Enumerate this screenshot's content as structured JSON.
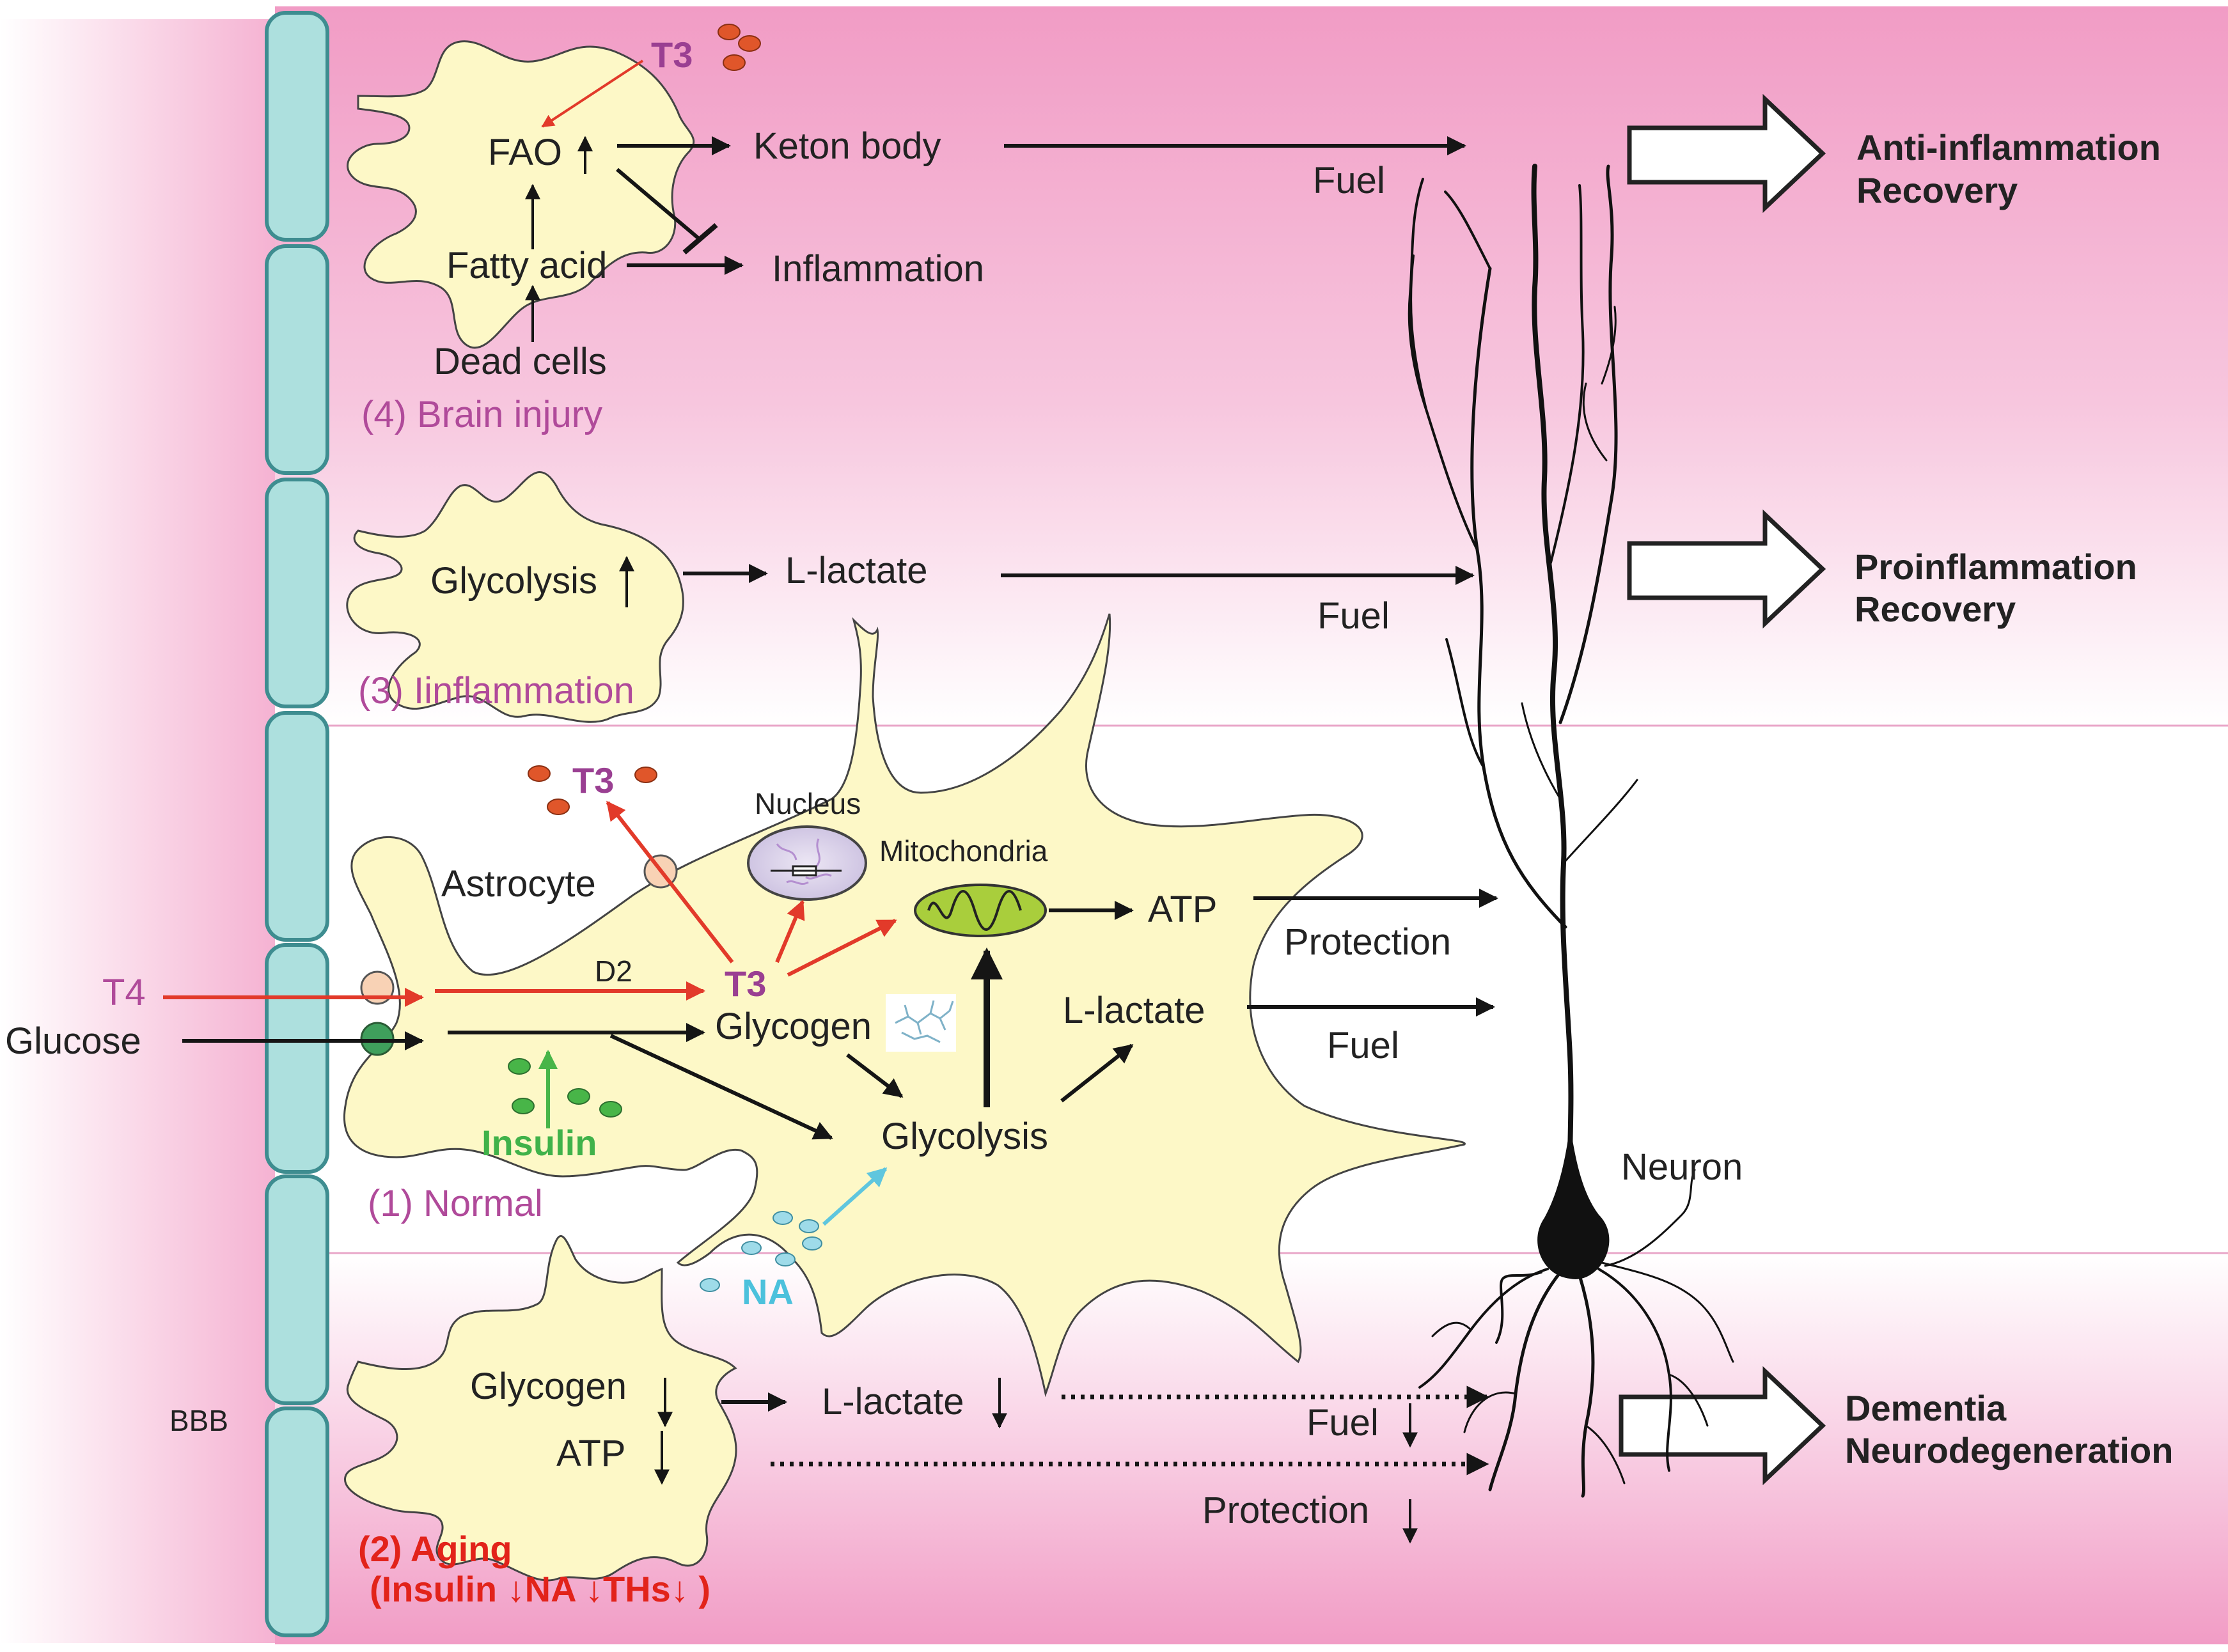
{
  "panels": {
    "brain_injury": {
      "title": "(4) Brain injury",
      "hormone": "T3",
      "fao": "FAO",
      "fatty_acid": "Fatty acid",
      "dead_cells": "Dead cells",
      "product": "Keton body",
      "inflammation": "Inflammation",
      "fuel": "Fuel",
      "outcome_line1": "Anti-inflammation",
      "outcome_line2": "Recovery"
    },
    "inflammation": {
      "title": "(3) Iinflammation",
      "glycolysis": "Glycolysis",
      "product": "L-lactate",
      "fuel": "Fuel",
      "outcome_line1": "Proinflammation",
      "outcome_line2": "Recovery"
    },
    "normal": {
      "title": "(1) Normal",
      "astrocyte": "Astrocyte",
      "nucleus": "Nucleus",
      "mitochondria": "Mitochondria",
      "t3_out": "T3",
      "t3_in": "T3",
      "t4": "T4",
      "d2": "D2",
      "glucose": "Glucose",
      "glycogen": "Glycogen",
      "glycolysis": "Glycolysis",
      "atp": "ATP",
      "lactate": "L-lactate",
      "protection": "Protection",
      "fuel": "Fuel",
      "insulin": "Insulin",
      "na": "NA"
    },
    "aging": {
      "title": "(2) Aging",
      "subtitle": "(Insulin ↓NA ↓THs↓ )",
      "glycogen": "Glycogen",
      "atp": "ATP",
      "lactate": "L-lactate",
      "fuel": "Fuel",
      "protection": "Protection",
      "outcome_line1": "Dementia",
      "outcome_line2": "Neurodegeneration"
    }
  },
  "labels": {
    "bbb": "BBB",
    "neuron": "Neuron"
  },
  "colors": {
    "band_pink": "#f19cc5",
    "barrier_teal": "#ade0de",
    "cell_fill": "#fdf8c7",
    "mitochondria": "#a9ce3c",
    "label_purple": "#b04a9a",
    "arrow_red": "#e23a2a",
    "insulin_green": "#48b548",
    "na_cyan": "#5fc6de"
  }
}
